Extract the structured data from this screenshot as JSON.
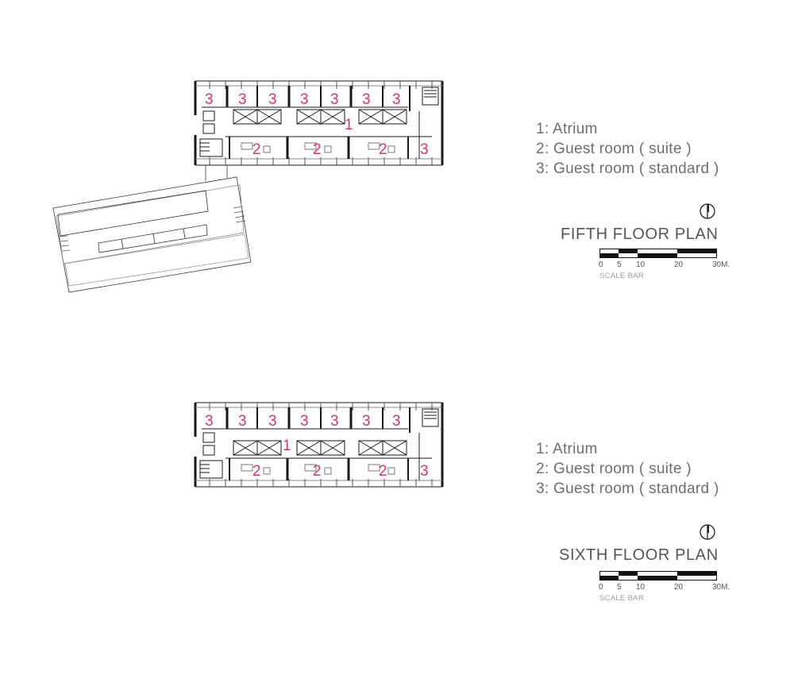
{
  "label_color": "#d6336c",
  "line_color": "#1a1a1a",
  "plans": [
    {
      "title": "FIFTH FLOOR PLAN",
      "legend": [
        "1: Atrium",
        "2: Guest room ( suite )",
        "3: Guest room ( standard )"
      ],
      "room_labels": {
        "top_row": [
          "3",
          "3",
          "3",
          "3",
          "3",
          "3",
          "3"
        ],
        "corridor": "1",
        "bottom_row": [
          "2",
          "2",
          "2",
          "3"
        ]
      },
      "scale_bar": {
        "ticks": [
          "0",
          "5",
          "10",
          "20",
          "30M."
        ],
        "label": "SCALE BAR"
      },
      "north_arrow": "north-arrow-icon"
    },
    {
      "title": "SIXTH FLOOR PLAN",
      "legend": [
        "1: Atrium",
        "2: Guest room ( suite )",
        "3: Guest room ( standard )"
      ],
      "room_labels": {
        "top_row": [
          "3",
          "3",
          "3",
          "3",
          "3",
          "3",
          "3"
        ],
        "corridor": "1",
        "bottom_row": [
          "2",
          "2",
          "2",
          "3"
        ]
      },
      "scale_bar": {
        "ticks": [
          "0",
          "5",
          "10",
          "20",
          "30M."
        ],
        "label": "SCALE BAR"
      },
      "north_arrow": "north-arrow-icon"
    }
  ]
}
